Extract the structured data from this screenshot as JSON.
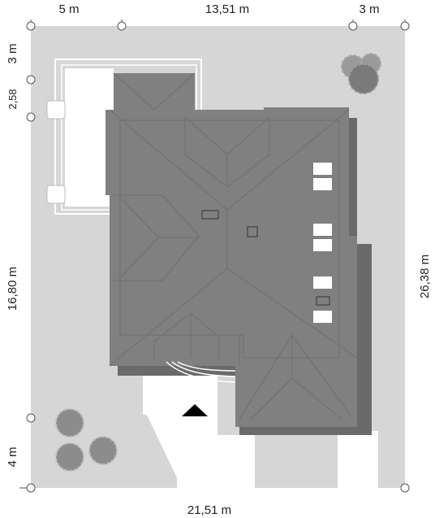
{
  "dimensions": {
    "top": [
      "5 m",
      "13,51 m",
      "3 m"
    ],
    "bottom": "21,51 m",
    "left": [
      "3 m",
      "2,58",
      "16,80 m",
      "4 m"
    ],
    "right": "26,38 m"
  },
  "colors": {
    "plot": "#d6d6d6",
    "roof": "#808080",
    "roof_shadow": "#6a6a6a",
    "paving": "#ffffff",
    "trees": "#8c8c8c",
    "entrance_arrow": "#000000"
  },
  "icons": [
    "entrance-arrow-icon",
    "tree-icon",
    "skylight-icon",
    "chimney-icon"
  ]
}
